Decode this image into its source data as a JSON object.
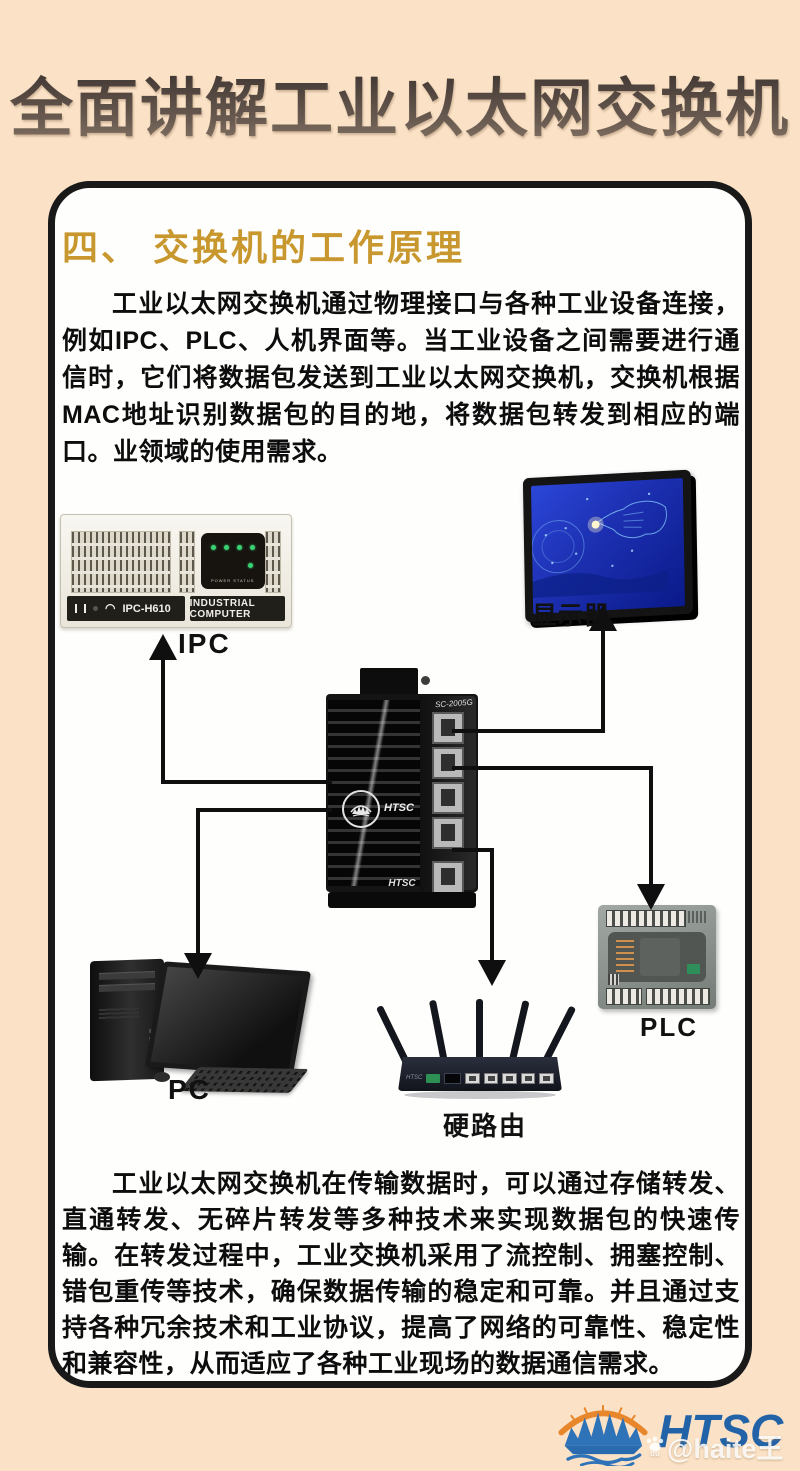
{
  "title": "全面讲解工业以太网交换机",
  "section": {
    "heading": "四、 交换机的工作原理",
    "paragraph1": "工业以太网交换机通过物理接口与各种工业设备连接，例如IPC、PLC、人机界面等。当工业设备之间需要进行通信时，它们将数据包发送到工业以太网交换机，交换机根据MAC地址识别数据包的目的地，将数据包转发到相应的端口。业领域的使用需求。",
    "paragraph2": "工业以太网交换机在传输数据时，可以通过存储转发、直通转发、无碎片转发等多种技术来实现数据包的快速传输。在转发过程中，工业交换机采用了流控制、拥塞控制、错包重传等技术，确保数据传输的稳定和可靠。并且通过支持各种冗余技术和工业协议，提高了网络的可靠性、稳定性和兼容性，从而适应了各种工业现场的数据通信需求。"
  },
  "diagram": {
    "ipc": {
      "label": "IPC",
      "model": "IPC-H610",
      "caption": "INDUSTRIAL COMPUTER"
    },
    "display": {
      "label": "显示器"
    },
    "switch": {
      "model": "SC-2005G",
      "brand": "HTSC",
      "brand_bottom": "HTSC"
    },
    "pc": {
      "label": "PC"
    },
    "router": {
      "label": "硬路由",
      "brand": "HTSC"
    },
    "plc": {
      "label": "PLC"
    }
  },
  "footer": {
    "brand": "HTSC",
    "watermark": "@haite王",
    "watermark_badge": "du"
  },
  "colors": {
    "background": "#fbe2c6",
    "card": "#fefefc",
    "card_border": "#191919",
    "heading_gold": "#c8982f",
    "title_dark": "#4a403b",
    "brand_blue": "#2263a8",
    "accent_orange": "#e8862c",
    "arrow_black": "#0f0f0f"
  }
}
